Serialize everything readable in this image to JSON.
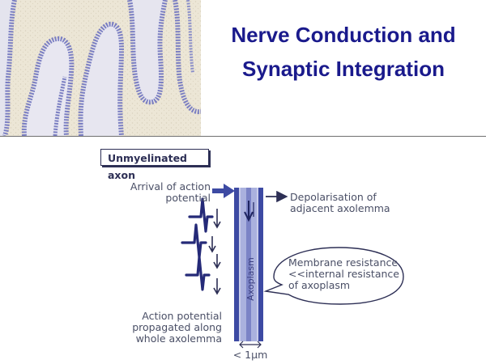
{
  "header": {
    "title_line1": "Nerve Conduction and",
    "title_line2": "Synaptic Integration"
  },
  "diagram": {
    "box_label": "Unmyelinated axon",
    "arrival_line1": "Arrival of action",
    "arrival_line2": "potential",
    "depol_line1": "Depolarisation of",
    "depol_line2": "adjacent axolemma",
    "membrane_line1": "Membrane resistance",
    "membrane_line2": "<<internal resistance",
    "membrane_line3": "of axoplasm",
    "axoplasm_label": "Axoplasm",
    "propagated_line1": "Action potential",
    "propagated_line2": "propagated along",
    "propagated_line3": "whole axolemma",
    "scale_label": "< 1μm"
  },
  "colors": {
    "title": "#1a1a8c",
    "axon_blue": "#3d4aa3",
    "tissue_purple": "#7b7fc2"
  }
}
